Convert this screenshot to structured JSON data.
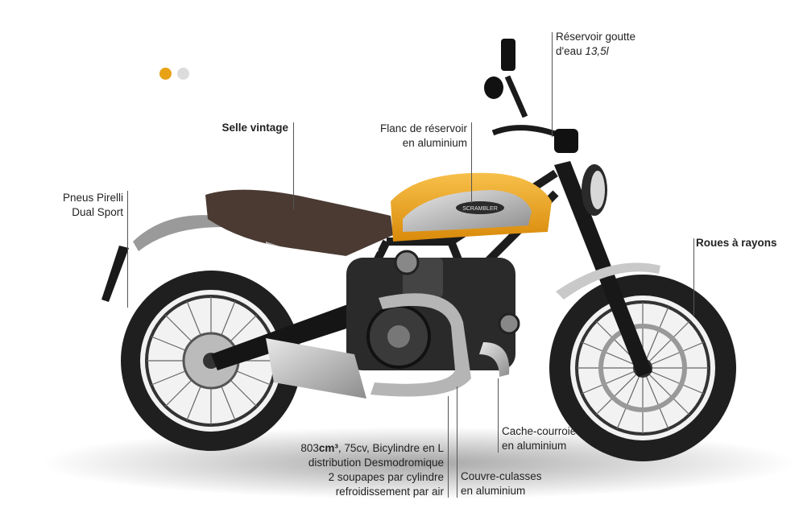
{
  "carousel": {
    "dots": [
      {
        "state": "active",
        "color": "#e8a216"
      },
      {
        "state": "inactive",
        "color": "#dcdcdc"
      }
    ]
  },
  "callouts": {
    "tank_drop": {
      "line1": "Réservoir goutte",
      "line2_prefix": "d'eau ",
      "line2_value": "13,5l"
    },
    "seat": "Selle vintage",
    "tank_side": {
      "line1": "Flanc de réservoir",
      "line2": "en aluminium"
    },
    "tires": {
      "line1": "Pneus Pirelli",
      "line2": "Dual Sport"
    },
    "wheels": "Roues à rayons",
    "engine": {
      "line1_prefix": "803",
      "line1_unit": "cm³",
      "line1_rest": ", 75cv, Bicylindre en L",
      "line2": "distribution Desmodromique",
      "line3": "2 soupapes par cylindre",
      "line4": "refroidissement par air"
    },
    "belt_cover": {
      "line1": "Cache-courroie",
      "line2": "en aluminium"
    },
    "head_covers": {
      "line1": "Couvre-culasses",
      "line2": "en aluminium"
    }
  },
  "bike": {
    "tank_color": "#f0a81c",
    "frame_color": "#1c1c1c",
    "seat_color": "#4a3a32",
    "tank_badge": "SCRAMBLER"
  }
}
